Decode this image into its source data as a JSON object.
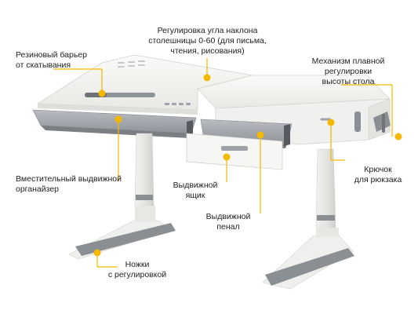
{
  "colors": {
    "accent": "#F5B800",
    "desk_white": "#F4F4F2",
    "desk_grey": "#9EA3A9",
    "leg_white": "#EDEDEB",
    "trim_grey": "#8A8F94"
  },
  "callouts": {
    "tilt": {
      "lines": [
        "Регулировка угла наклона",
        "столешницы 0-60 (для письма,",
        "чтения, рисования)"
      ]
    },
    "barrier": {
      "lines": [
        "Резиновый барьер",
        "от скатывания"
      ]
    },
    "height": {
      "lines": [
        "Механизм плавной",
        "регулировки",
        "высоты стола"
      ]
    },
    "organizer": {
      "lines": [
        "Вместительный выдвижной",
        "органайзер"
      ]
    },
    "hook": {
      "lines": [
        "Крючок",
        "для рюкзака"
      ]
    },
    "drawer": {
      "lines": [
        "Выдвижной",
        "ящик"
      ]
    },
    "pencil_case": {
      "lines": [
        "Выдвижной",
        "пенал"
      ]
    },
    "legs": {
      "lines": [
        "Ножки",
        "с регулировкой"
      ]
    }
  }
}
